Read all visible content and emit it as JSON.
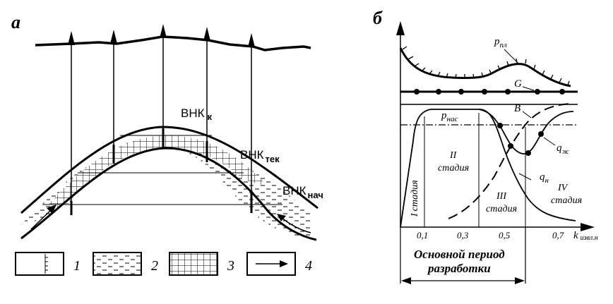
{
  "panel_a": {
    "letter": "а",
    "contacts": {
      "k": {
        "main": "ВНК",
        "sub": "к"
      },
      "tek": {
        "main": "ВНК",
        "sub": "тек"
      },
      "nach": {
        "main": "ВНК",
        "sub": "нач"
      }
    },
    "legend": [
      {
        "num": "1",
        "icon": "well-interval-icon"
      },
      {
        "num": "2",
        "icon": "water-dash-pattern-icon"
      },
      {
        "num": "3",
        "icon": "oil-grid-pattern-icon"
      },
      {
        "num": "4",
        "icon": "flow-arrow-icon"
      }
    ]
  },
  "panel_b": {
    "letter": "б",
    "curves": {
      "p_pl": {
        "main": "p",
        "sub": "пл"
      },
      "G": {
        "main": "G"
      },
      "B": {
        "main": "В"
      },
      "p_nas": {
        "main": "p",
        "sub": "нас"
      },
      "q_zh": {
        "main": "q",
        "sub": "ж"
      },
      "q_n": {
        "main": "q",
        "sub": "н"
      }
    },
    "stages": [
      {
        "roman": "I",
        "word": "стадия"
      },
      {
        "roman": "II",
        "word": "стадия"
      },
      {
        "roman": "III",
        "word": "стадия"
      },
      {
        "roman": "IV",
        "word": "стадия"
      }
    ],
    "x_ticks": [
      "0,1",
      "0,3",
      "0,5",
      "0,7"
    ],
    "x_axis": {
      "main": "k",
      "sub": "извл.н"
    },
    "period": {
      "line1": "Основной период",
      "line2": "разработки"
    }
  }
}
